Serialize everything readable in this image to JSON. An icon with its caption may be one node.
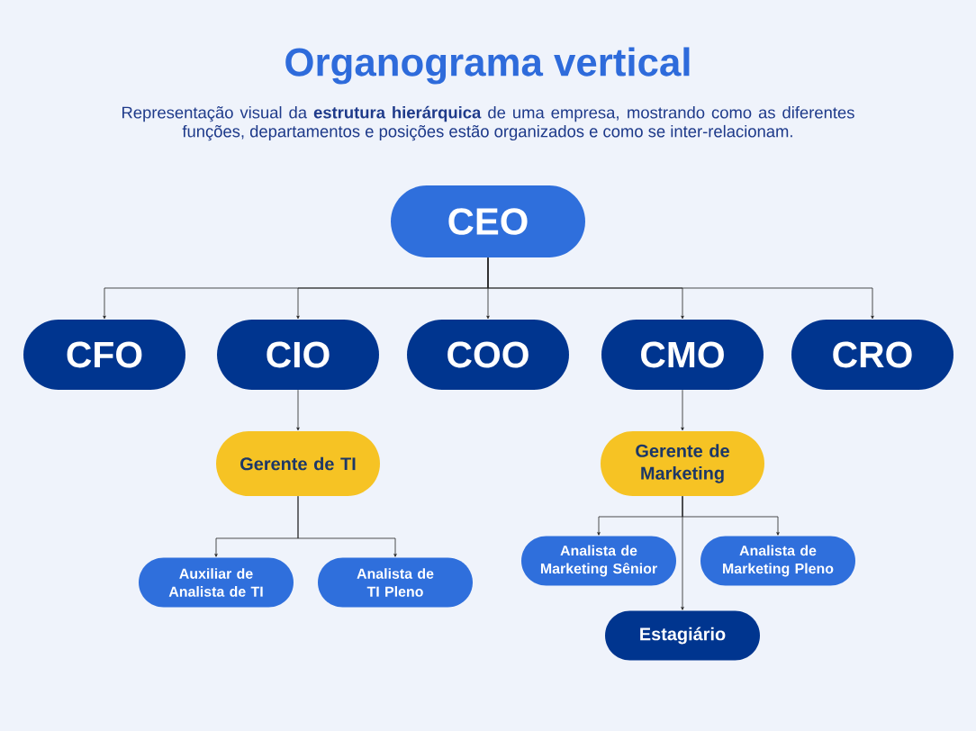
{
  "diagram": {
    "title": "Organograma vertical",
    "nodes": [
      {
        "text": [
          "CEO"
        ]
      },
      {
        "text": [
          "CFO"
        ]
      },
      {
        "text": [
          "CIO"
        ]
      },
      {
        "text": [
          "COO"
        ]
      },
      {
        "text": [
          "CMO"
        ]
      },
      {
        "text": [
          "CRO"
        ]
      },
      {
        "text": [
          "Gerente de TI"
        ]
      },
      {
        "text": [
          "Gerente de Marketing"
        ]
      },
      {
        "text": [
          "Auxiliar de Analista de TI"
        ]
      },
      {
        "text": [
          "Analista de TI Pleno"
        ]
      },
      {
        "text": [
          "Analista de Marketing Sênior"
        ]
      },
      {
        "text": [
          "Analista de Marketing Pleno"
        ]
      },
      {
        "text": [
          "Estagiário"
        ]
      }
    ],
    "edges": [
      {
        "from": 0,
        "to": 1,
        "arrow": "to"
      },
      {
        "from": 0,
        "to": 2,
        "arrow": "to"
      },
      {
        "from": 0,
        "to": 3,
        "arrow": "to"
      },
      {
        "from": 0,
        "to": 4,
        "arrow": "to"
      },
      {
        "from": 0,
        "to": 5,
        "arrow": "to"
      },
      {
        "from": 2,
        "to": 6,
        "arrow": "to"
      },
      {
        "from": 4,
        "to": 7,
        "arrow": "to"
      },
      {
        "from": 6,
        "to": 8,
        "arrow": "to"
      },
      {
        "from": 6,
        "to": 9,
        "arrow": "to"
      },
      {
        "from": 7,
        "to": 10,
        "arrow": "to"
      },
      {
        "from": 7,
        "to": 11,
        "arrow": "to"
      },
      {
        "from": 7,
        "to": 12,
        "arrow": "to"
      }
    ],
    "labels": [
      "Representação visual da **estrutura hierárquica** de uma empresa, mostrando como as diferentes funções, departamentos e posições estão organizados e como se inter-relacionam."
    ]
  }
}
